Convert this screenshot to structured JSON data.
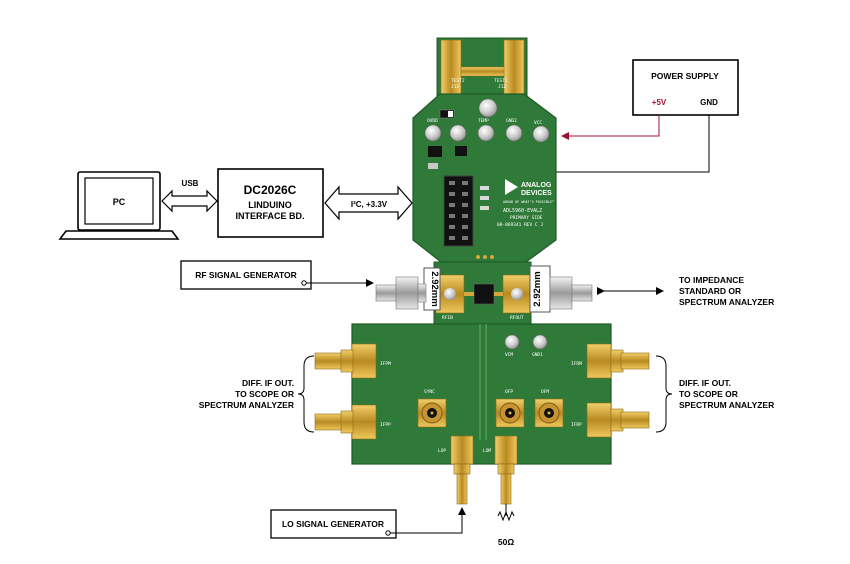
{
  "pc": {
    "label": "PC"
  },
  "usb": {
    "label": "USB"
  },
  "interface_board": {
    "title": "DC2026C",
    "line2": "LINDUINO",
    "line3": "INTERFACE BD."
  },
  "i2c": {
    "label": "I²C, +3.3V"
  },
  "power_supply": {
    "title": "POWER SUPPLY",
    "plus5v": "+5V",
    "gnd": "GND"
  },
  "rf_gen": {
    "label": "RF SIGNAL GENERATOR"
  },
  "lo_gen": {
    "label": "LO SIGNAL GENERATOR"
  },
  "impedance": {
    "line1": "TO IMPEDANCE",
    "line2": "STANDARD OR",
    "line3": "SPECTRUM ANALYZER"
  },
  "if_left": {
    "line1": "DIFF. IF OUT.",
    "line2": "TO SCOPE OR",
    "line3": "SPECTRUM ANALYZER"
  },
  "if_right": {
    "line1": "DIFF. IF OUT.",
    "line2": "TO SCOPE OR",
    "line3": "SPECTRUM ANALYZER"
  },
  "termination": {
    "label": "50Ω"
  },
  "adapters": {
    "left": "2.92mm",
    "right": "2.92mm"
  },
  "board": {
    "logo_line1": "ANALOG",
    "logo_line2": "DEVICES",
    "tagline": "AHEAD OF WHAT'S POSSIBLE™",
    "part": "ADL5960-EVALZ",
    "side": "PRIMARY SIDE",
    "rev": "08-069341 REV C J",
    "test2": "TEST2",
    "j13": "J13",
    "test1": "TEST1",
    "j12": "J12",
    "ovdd": "OVDD",
    "temp": "TEMP",
    "gnd2": "GND2",
    "vcc": "VCC",
    "rfin": "RFIN",
    "rfout": "RFOUT",
    "ifpm": "IFPM",
    "ifpp": "IFPP",
    "ifrm": "IFRM",
    "ifrp": "IFRP",
    "sync": "SYNC",
    "ofp": "OFP",
    "ofm": "OFM",
    "vcm": "VCM",
    "gnd1": "GND1",
    "lop": "LOP",
    "lom": "LOM"
  },
  "colors": {
    "pcb": "#2f7a38",
    "pcb_edge": "#1f5a27",
    "gold": "#d7a63c",
    "power_wire": "#a01030"
  }
}
